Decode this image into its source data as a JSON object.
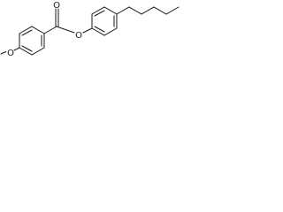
{
  "molecule": {
    "atoms": {
      "carbonyl_oxygen": "O",
      "ester_oxygen": "O",
      "methoxy_oxygen": "O"
    },
    "line_color": "#1a1a1a"
  }
}
